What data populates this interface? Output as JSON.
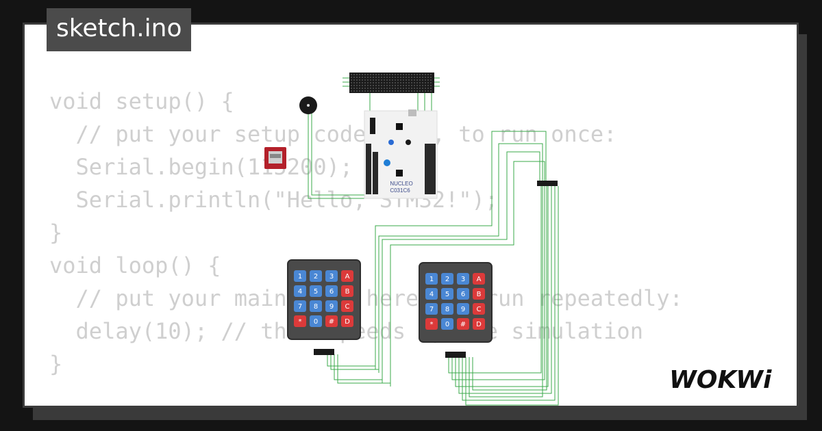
{
  "tab": {
    "filename": "sketch.ino"
  },
  "code": {
    "lines": [
      "void setup() {",
      "  // put your setup code here, to run once:",
      "  Serial.begin(115200);",
      "  Serial.println(\"Hello, STM32!\");",
      "}",
      "",
      "void loop() {",
      "  // put your main code here, to run repeatedly:",
      "  delay(10); // this speeds up the simulation",
      "}"
    ]
  },
  "board": {
    "label_line1": "NUCLEO",
    "label_line2": "C031C6"
  },
  "keypad": {
    "keys": [
      "1",
      "2",
      "3",
      "A",
      "4",
      "5",
      "6",
      "B",
      "7",
      "8",
      "9",
      "C",
      "*",
      "0",
      "#",
      "D"
    ]
  },
  "brand": {
    "logo": "WOKWi"
  },
  "colors": {
    "wire": "#3aa84a",
    "code_text": "#cfcfcf",
    "tab_bg": "#4b4b4b",
    "key_blue": "#4a87d4",
    "key_red": "#dc3a3a"
  }
}
